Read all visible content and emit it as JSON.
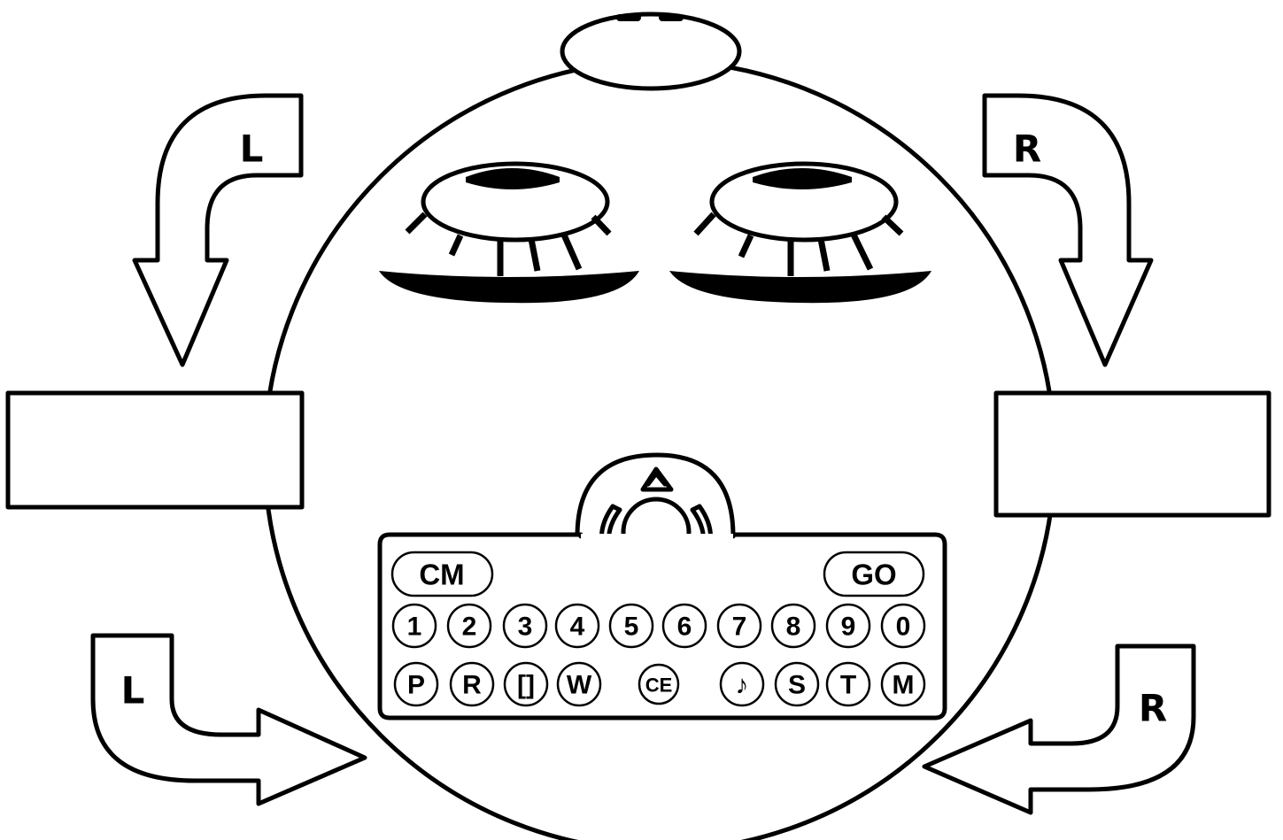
{
  "arrows": {
    "top_left_label": "L",
    "top_right_label": "R",
    "bottom_left_label": "L",
    "bottom_right_label": "R"
  },
  "answer_boxes": {
    "left": "",
    "right": ""
  },
  "keypad": {
    "cm_label": "CM",
    "go_label": "GO",
    "number_keys": [
      "1",
      "2",
      "3",
      "4",
      "5",
      "6",
      "7",
      "8",
      "9",
      "0"
    ],
    "bottom_keys": [
      "P",
      "R",
      "[]",
      "W",
      "CE",
      "♪",
      "S",
      "T",
      "M"
    ]
  },
  "colors": {
    "ink": "#000000",
    "paper": "#ffffff"
  }
}
